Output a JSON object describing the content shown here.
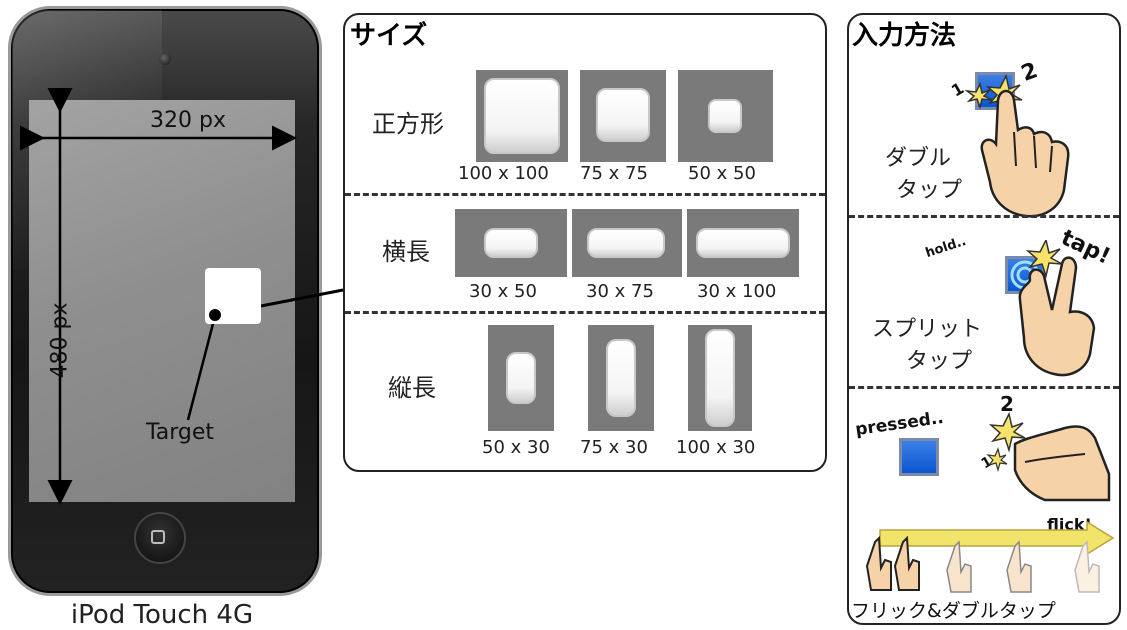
{
  "device": {
    "caption": "iPod Touch 4G",
    "width_label": "320 px",
    "height_label": "480 px",
    "target_label": "Target"
  },
  "size_panel": {
    "title": "サイズ",
    "rows": [
      {
        "label": "正方形",
        "items": [
          "100 x 100",
          "75 x 75",
          "50 x 50"
        ]
      },
      {
        "label": "横長",
        "items": [
          "30 x 50",
          "30 x 75",
          "30 x 100"
        ]
      },
      {
        "label": "縦長",
        "items": [
          "50 x 30",
          "75 x 30",
          "100 x 30"
        ]
      }
    ]
  },
  "input_panel": {
    "title": "入力方法",
    "double_tap": {
      "line1": "ダブル",
      "line2": "タップ",
      "num1": "1",
      "num2": "2"
    },
    "split_tap": {
      "line1": "スプリット",
      "line2": "タップ",
      "hold": "hold..",
      "tap": "tap!"
    },
    "flick_double": {
      "pressed": "pressed..",
      "num1": "1",
      "num2": "2",
      "flick": "flick!",
      "caption": "フリック&ダブルタップ"
    }
  },
  "colors": {
    "target_blue": "#0b57d0",
    "arrow_yellow": "#f2e36a",
    "skin": "#f6d2a8"
  }
}
